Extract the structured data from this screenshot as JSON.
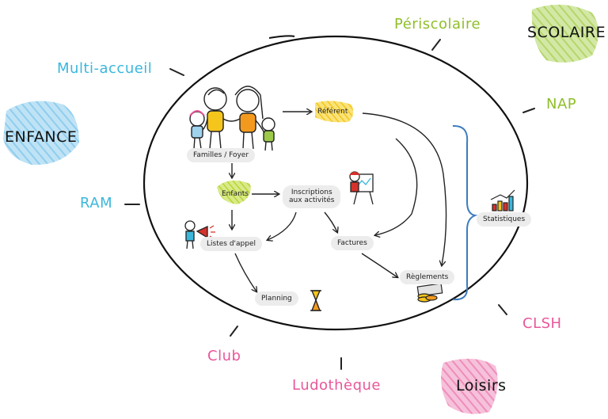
{
  "outer_labels": {
    "periscolaire": "Périscolaire",
    "scolaire": "SCOLAIRE",
    "multi_accueil": "Multi-accueil",
    "nap": "NAP",
    "enfance": "ENFANCE",
    "ram": "RAM",
    "clsh": "CLSH",
    "club": "Club",
    "ludotheque": "Ludothèque",
    "loisirs": "Loisirs"
  },
  "nodes": {
    "familles": "Familles / Foyer",
    "referent": "Référent",
    "enfants": "Enfants",
    "inscriptions_line1": "Inscriptions",
    "inscriptions_line2": "aux activités",
    "listes": "Listes d'appel",
    "factures": "Factures",
    "statistiques": "Statistiques",
    "reglements": "Règlements",
    "planning": "Planning"
  },
  "colors": {
    "blue": "#3bb7dc",
    "green": "#8fbe29",
    "pink": "#e8579a",
    "yellow": "#f5d22a",
    "orange": "#f39a1e",
    "brace": "#3b7bbf"
  },
  "icons": [
    "family-illustration",
    "teacher-board-icon",
    "megaphone-kid-icon",
    "hourglass-icon",
    "bar-chart-icon",
    "money-stack-icon"
  ]
}
